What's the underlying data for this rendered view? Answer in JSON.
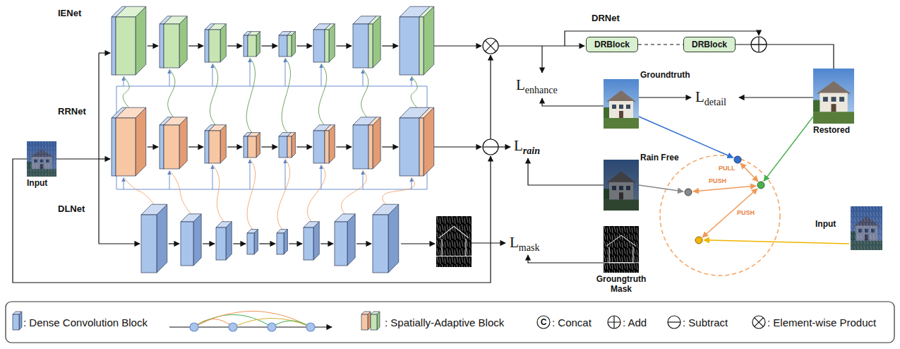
{
  "diagram": {
    "nodes": [
      {
        "text": [
          "DRBlock"
        ]
      },
      {
        "text": [
          "DRBlock"
        ]
      },
      {
        "text": [
          "Input"
        ]
      },
      {
        "text": [
          "Groundtruth"
        ]
      },
      {
        "text": [
          "Restored"
        ]
      },
      {
        "text": [
          "Rain Free"
        ]
      },
      {
        "text": [
          "Groungtruth Mask"
        ]
      },
      {
        "text": [
          "Input"
        ]
      }
    ],
    "edges": [
      {
        "from": 0,
        "to": 1,
        "arrow": "none"
      },
      {
        "from": 1,
        "to": 4,
        "arrow": "none"
      }
    ],
    "labels": [
      "IENet",
      "RRNet",
      "DLNet",
      "DRNet",
      "L",
      "enhance",
      "L",
      "detail",
      "L",
      "rain",
      "L",
      "mask",
      "PULL",
      "PUSH",
      "PUSH",
      "C"
    ],
    "legend": [
      {
        "text": ": Dense Convolution Block"
      },
      {
        "text": ": Spatially-Adaptive Block"
      },
      {
        "text": ": Concat"
      },
      {
        "text": ": Add"
      },
      {
        "text": ": Subtract"
      },
      {
        "text": ": Element-wise Product"
      }
    ]
  }
}
